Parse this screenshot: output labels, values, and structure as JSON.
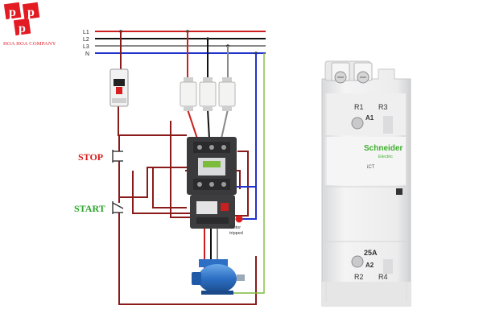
{
  "brand": {
    "company": "HOA HOA COMPANY",
    "logo_letters": [
      "p",
      "p",
      "p"
    ],
    "color": "#e31b23"
  },
  "diagram": {
    "lines": [
      {
        "label": "L1",
        "color": "#cc2020"
      },
      {
        "label": "L2",
        "color": "#111111"
      },
      {
        "label": "L3",
        "color": "#888888"
      },
      {
        "label": "N",
        "color": "#2233cc"
      }
    ],
    "stop_label": "STOP",
    "stop_color": "#d81e1e",
    "start_label": "START",
    "start_color": "#2aa52a",
    "motor_tripped_label": [
      "Motor",
      "tripped"
    ],
    "control_wire_color": "#8b1a1a",
    "earth_wire_color": "#7dbb3b"
  },
  "contactor": {
    "brand": "Schneider",
    "brand_sub": "Electric",
    "model": "iCT",
    "rating": "25A",
    "terminals_top": [
      "R1",
      "R3"
    ],
    "coil_top": "A1",
    "coil_bottom": "A2",
    "terminals_bottom": [
      "R2",
      "R4"
    ],
    "brand_color": "#3dae2b"
  }
}
